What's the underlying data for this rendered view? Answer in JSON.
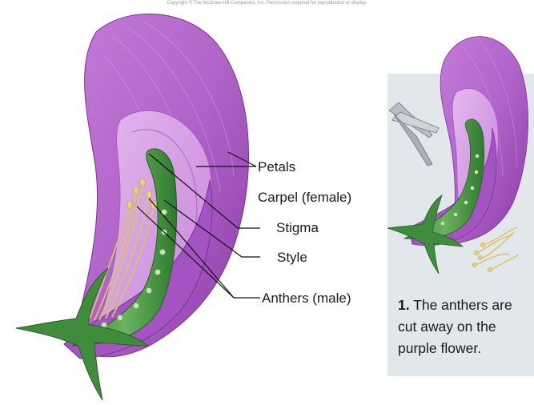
{
  "header": {
    "copyright": "Copyright © The McGraw-Hill Companies, Inc. Permission required for reproduction or display."
  },
  "labels": {
    "petals": "Petals",
    "carpel": "Carpel (female)",
    "stigma": "Stigma",
    "style": "Style",
    "anthers": "Anthers (male)"
  },
  "step": {
    "number": "1.",
    "caption": "The anthers are cut away on the purple flower."
  },
  "colors": {
    "petal": "#b86ad0",
    "petal_dark": "#8d3fab",
    "petal_light": "#dca6ea",
    "carpel": "#3d8a3c",
    "carpel_light": "#7cc070",
    "anther": "#d8c467",
    "panel_bg": "#e2e7ec"
  }
}
